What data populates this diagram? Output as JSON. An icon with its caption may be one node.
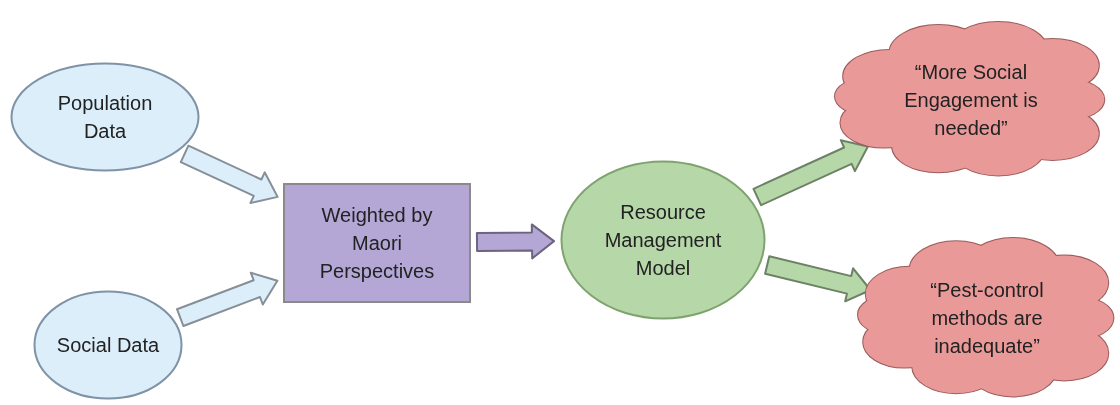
{
  "diagram": {
    "nodes": [
      {
        "text": [
          "Population Data"
        ]
      },
      {
        "text": [
          "Social Data"
        ]
      },
      {
        "text": [
          "Weighted by Maori Perspectives"
        ]
      },
      {
        "text": [
          "Resource Management Model"
        ]
      },
      {
        "text": [
          "“More Social Engagement is needed”"
        ]
      },
      {
        "text": [
          "“Pest-control methods are inadequate”"
        ]
      }
    ],
    "edges": [
      {
        "from": 0,
        "to": 2,
        "arrow": "to",
        "style": "thick",
        "color": "#ddeefb"
      },
      {
        "from": 1,
        "to": 2,
        "arrow": "to",
        "style": "thick",
        "color": "#ddeefb"
      },
      {
        "from": 2,
        "to": 3,
        "arrow": "to",
        "style": "thick",
        "color": "#b4a7d6"
      },
      {
        "from": 3,
        "to": 4,
        "arrow": "to",
        "style": "thick",
        "color": "#b6d7a8"
      },
      {
        "from": 3,
        "to": 5,
        "arrow": "to",
        "style": "thick",
        "color": "#b6d7a8"
      }
    ]
  }
}
